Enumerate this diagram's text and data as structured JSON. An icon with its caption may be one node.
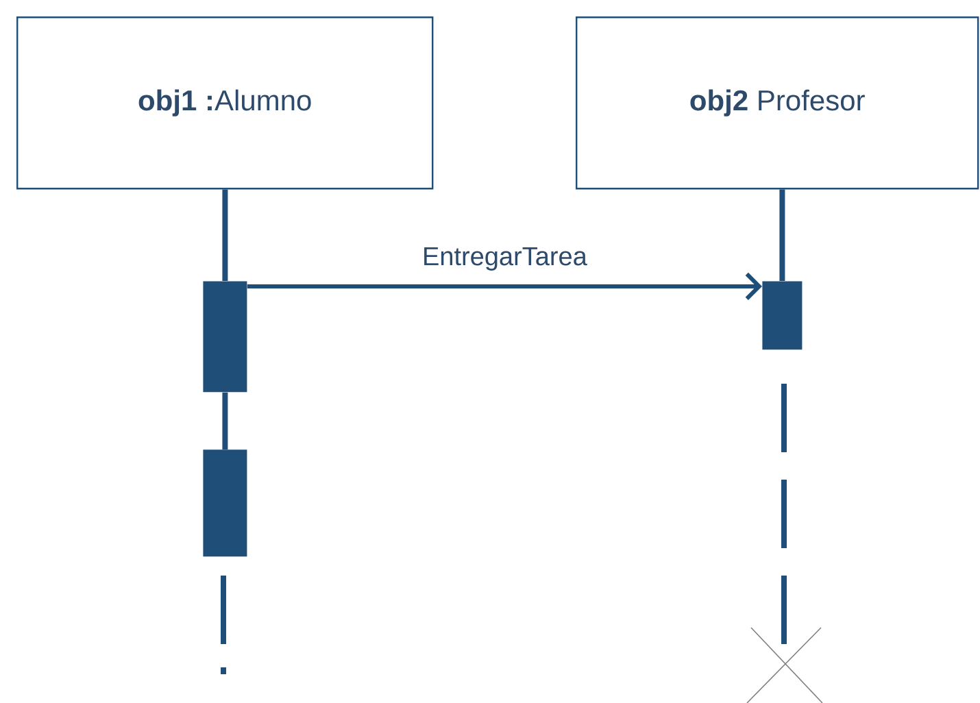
{
  "diagram": {
    "nodes": [
      {
        "text": [
          "**obj1 :**Alumno"
        ]
      },
      {
        "text": [
          "**obj2** Profesor"
        ]
      },
      {
        "text": [],
        "shape": "bar"
      },
      {
        "text": [],
        "shape": "bar"
      },
      {
        "text": [],
        "shape": "bar"
      }
    ],
    "edges": [
      {
        "from": 0,
        "to": 2,
        "arrow": "none"
      },
      {
        "from": 1,
        "to": 3,
        "arrow": "none"
      },
      {
        "from": 2,
        "to": 3,
        "arrow": "to",
        "label": "EntregarTarea"
      },
      {
        "from": 2,
        "to": 4,
        "arrow": "none"
      }
    ]
  }
}
